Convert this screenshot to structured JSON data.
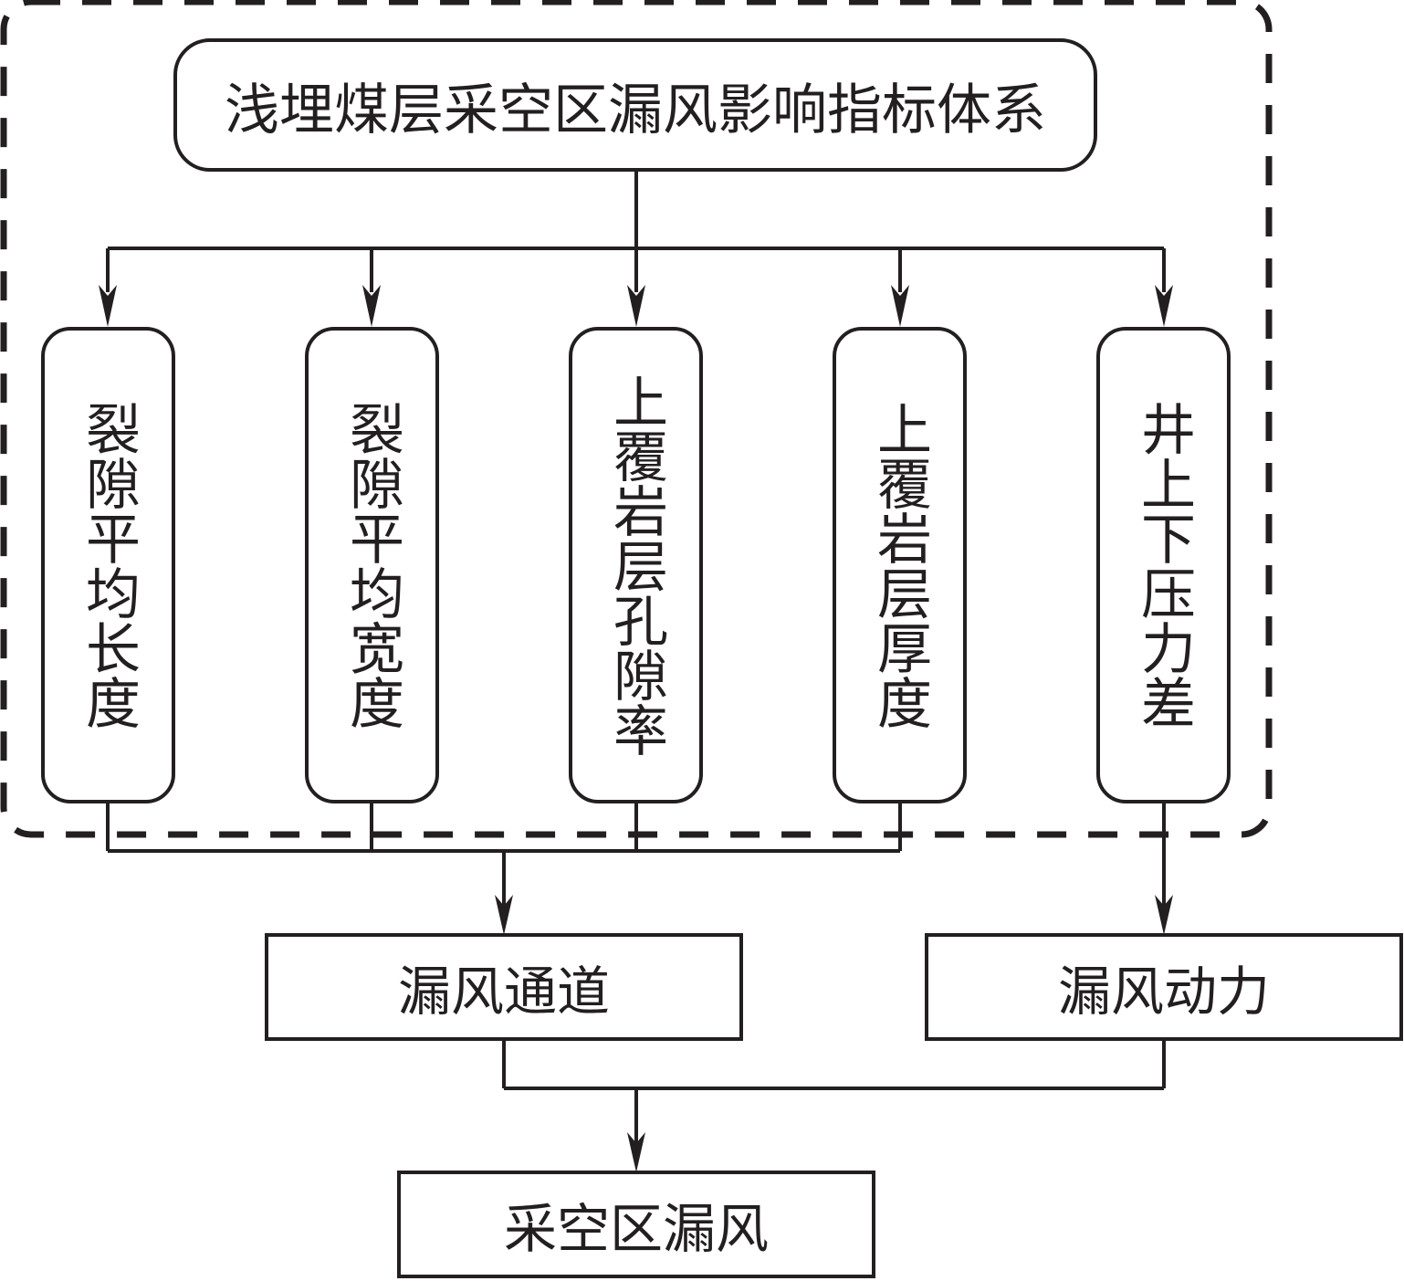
{
  "diagram": {
    "title": "浅埋煤层采空区漏风影响指标体系",
    "indicators": [
      {
        "label": "裂隙平均长度"
      },
      {
        "label": "裂隙平均宽度"
      },
      {
        "label": "上覆岩层孔隙率"
      },
      {
        "label": "上覆岩层厚度"
      },
      {
        "label": "井上下压力差"
      }
    ],
    "leak_channel": "漏风通道",
    "leak_power": "漏风动力",
    "result": "采空区漏风",
    "colors": {
      "stroke": "#231f20",
      "background": "#ffffff"
    }
  }
}
